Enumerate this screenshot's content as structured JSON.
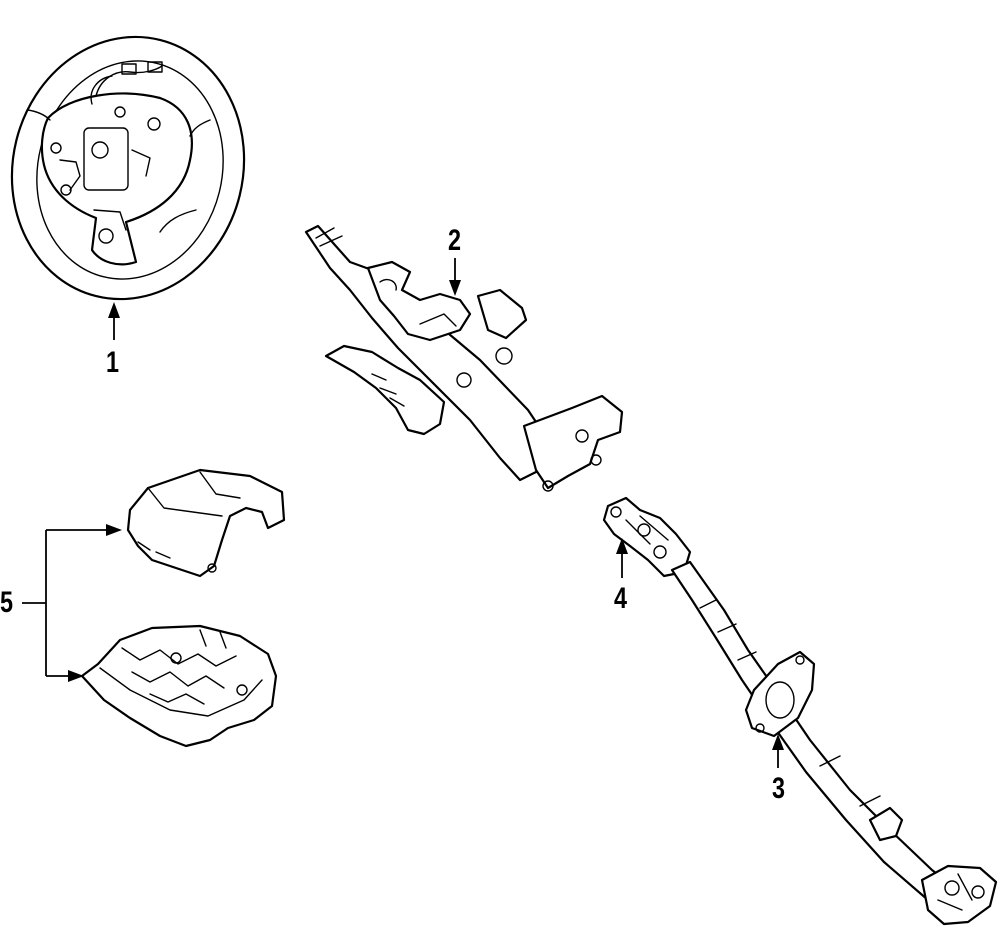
{
  "diagram": {
    "callouts": [
      {
        "id": "1",
        "label": "1",
        "part": "steering-wheel"
      },
      {
        "id": "2",
        "label": "2",
        "part": "steering-column"
      },
      {
        "id": "3",
        "label": "3",
        "part": "intermediate-shaft"
      },
      {
        "id": "4",
        "label": "4",
        "part": "universal-joint"
      },
      {
        "id": "5",
        "label": "5",
        "part": "column-covers"
      }
    ]
  }
}
